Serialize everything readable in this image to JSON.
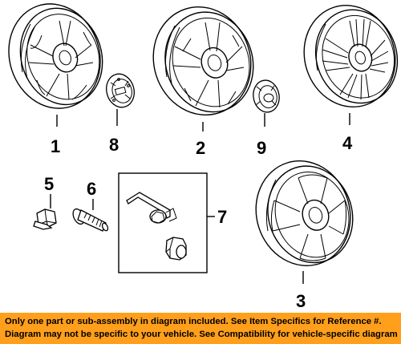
{
  "callouts": {
    "c1": "1",
    "c2": "2",
    "c3": "3",
    "c4": "4",
    "c5": "5",
    "c6": "6",
    "c7": "7",
    "c8": "8",
    "c9": "9"
  },
  "parts": [
    {
      "ref": "1",
      "name": "wheel-styled-a-illustration"
    },
    {
      "ref": "2",
      "name": "wheel-styled-b-illustration"
    },
    {
      "ref": "3",
      "name": "wheel-five-spoke-illustration"
    },
    {
      "ref": "4",
      "name": "wheel-split-spoke-illustration"
    },
    {
      "ref": "5",
      "name": "lug-nut-illustration"
    },
    {
      "ref": "6",
      "name": "wheel-stud-illustration"
    },
    {
      "ref": "7",
      "name": "wheel-lock-kit-illustration"
    },
    {
      "ref": "8",
      "name": "center-cap-a-illustration"
    },
    {
      "ref": "9",
      "name": "center-cap-b-illustration"
    }
  ],
  "notice": {
    "line1": "Only one part or sub-assembly in diagram included. See Item Specifics for Reference #.",
    "line2": "Diagram may not be specific to your vehicle. See Compatibility for vehicle-specific diagrams.",
    "background": "#ff9f1c"
  }
}
